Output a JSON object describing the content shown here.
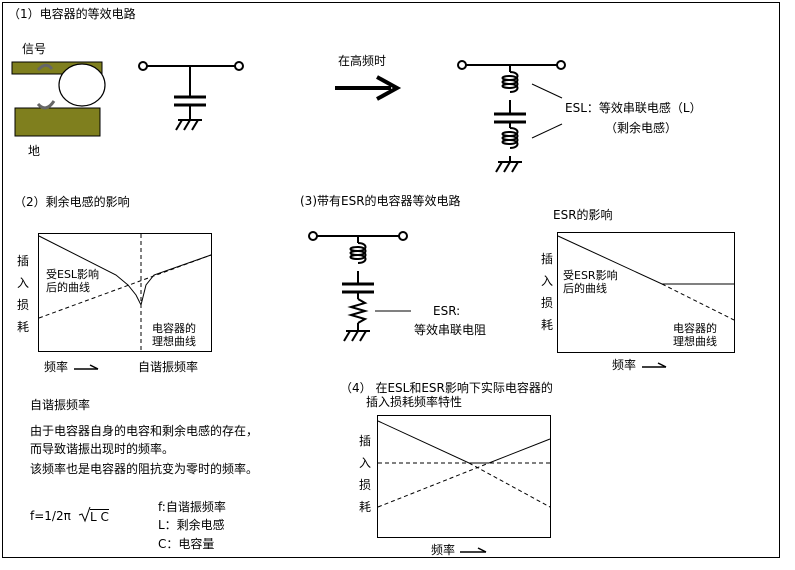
{
  "section1": {
    "title": "（1）电容器的等效电路",
    "signal_label": "信号",
    "ground_label": "地",
    "high_freq_label": "在高频时",
    "esl_label": "ESL：等效串联电感（L）",
    "esl_sub_label": "（剩余电感）"
  },
  "section2": {
    "title": "（2）剩余电感的影响",
    "y_label": [
      "插",
      "入",
      "损",
      "耗"
    ],
    "curve_label": [
      "受ESL影响",
      "后的曲线"
    ],
    "ideal_label": [
      "电容器的",
      "理想曲线"
    ],
    "x_label": "频率",
    "srf_label": "自谐振频率"
  },
  "section3": {
    "title": "(3)带有ESR的电容器等效电路",
    "esr_label": "ESR:",
    "esr_sub_label": "等效串联电阻"
  },
  "section3b": {
    "title": "ESR的影响",
    "y_label": [
      "插",
      "入",
      "损",
      "耗"
    ],
    "curve_label": [
      "受ESR影响",
      "后的曲线"
    ],
    "ideal_label": [
      "电容器的",
      "理想曲线"
    ],
    "x_label": "频率"
  },
  "section4": {
    "title_line1": "（4） 在ESL和ESR影响下实际电容器的",
    "title_line2": "插入损耗频率特性",
    "y_label": [
      "插",
      "入",
      "损",
      "耗"
    ],
    "x_label": "频率"
  },
  "srf_text": {
    "heading": "自谐振频率",
    "line1": "由于电容器自身的电容和剩余电感的存在，",
    "line2": "而导致谐振出现时的频率。",
    "line3": "该频率也是电容器的阻抗变为零时的频率。"
  },
  "formula": {
    "expr_left": "f=1/2π",
    "expr_root": "L C",
    "def_f": "f:自谐振频率",
    "def_l": "L：剩余电感",
    "def_c": "C：电容量"
  },
  "colors": {
    "pcb_green": "#7f7f1e",
    "line": "#000000"
  }
}
